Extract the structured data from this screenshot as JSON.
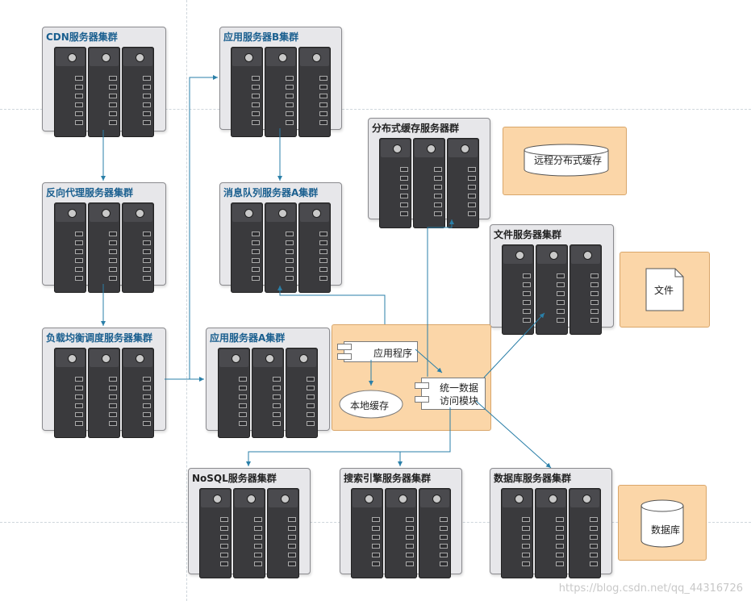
{
  "clusters": {
    "cdn": "CDN服务器集群",
    "app_b": "应用服务器B集群",
    "reverse_proxy": "反向代理服务器集群",
    "mq_a": "消息队列服务器A集群",
    "load_balancer": "负载均衡调度服务器集群",
    "app_a": "应用服务器A集群",
    "dist_cache": "分布式缓存服务器群",
    "file": "文件服务器集群",
    "nosql": "NoSQL服务器集群",
    "search": "搜索引擎服务器集群",
    "database": "数据库服务器集群"
  },
  "resources": {
    "remote_cache": "远程分布式缓存",
    "file_doc": "文件",
    "db": "数据库"
  },
  "app_detail": {
    "app_program": "应用程序",
    "local_cache": "本地缓存",
    "data_access_line1": "统一数据",
    "data_access_line2": "访问模块"
  },
  "watermark": "https://blog.csdn.net/qq_44316726",
  "colors": {
    "arrow": "#2a7fa8",
    "cluster_title": "#1a5f8f",
    "orange_fill": "#fbd6a8"
  }
}
